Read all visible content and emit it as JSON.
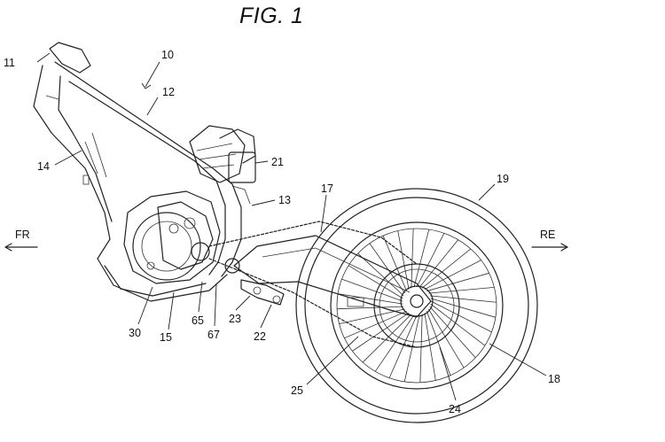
{
  "figure": {
    "title": "FIG. 1",
    "directions": {
      "front": "FR",
      "rear": "RE"
    },
    "reference_labels": [
      {
        "id": "r11",
        "text": "11"
      },
      {
        "id": "r10",
        "text": "10"
      },
      {
        "id": "r12",
        "text": "12"
      },
      {
        "id": "r14",
        "text": "14"
      },
      {
        "id": "r21",
        "text": "21"
      },
      {
        "id": "r13",
        "text": "13"
      },
      {
        "id": "r17",
        "text": "17"
      },
      {
        "id": "r19",
        "text": "19"
      },
      {
        "id": "r30",
        "text": "30"
      },
      {
        "id": "r15",
        "text": "15"
      },
      {
        "id": "r65",
        "text": "65"
      },
      {
        "id": "r67",
        "text": "67"
      },
      {
        "id": "r23",
        "text": "23"
      },
      {
        "id": "r22",
        "text": "22"
      },
      {
        "id": "r25",
        "text": "25"
      },
      {
        "id": "r24",
        "text": "24"
      },
      {
        "id": "r18",
        "text": "18"
      }
    ]
  }
}
